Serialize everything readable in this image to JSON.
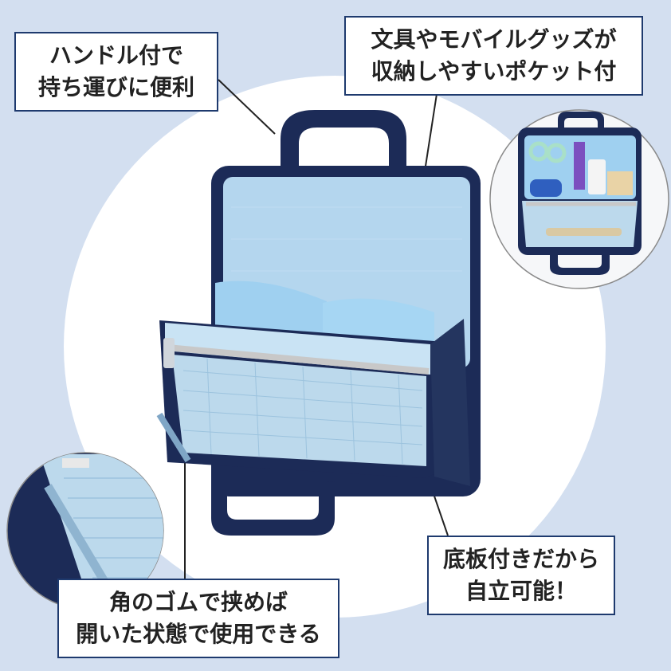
{
  "callouts": {
    "handle": {
      "line1": "ハンドル付で",
      "line2": "持ち運びに便利"
    },
    "pocket": {
      "line1": "文具やモバイルグッズが",
      "line2": "収納しやすいポケット付"
    },
    "bottom": {
      "line1": "底板付きだから",
      "line2": "自立可能！"
    },
    "corner": {
      "line1": "角のゴムで挟めば",
      "line2": "開いた状態で使用できる"
    }
  },
  "colors": {
    "background": "#d3dff0",
    "navy": "#1c2b57",
    "light_blue_lining": "#a9d3ee",
    "mesh": "#bcd9ec",
    "callout_border": "#1e3a6e"
  },
  "icons": [
    "organizer-bag-image",
    "detail-circle-contents",
    "detail-circle-corner"
  ]
}
